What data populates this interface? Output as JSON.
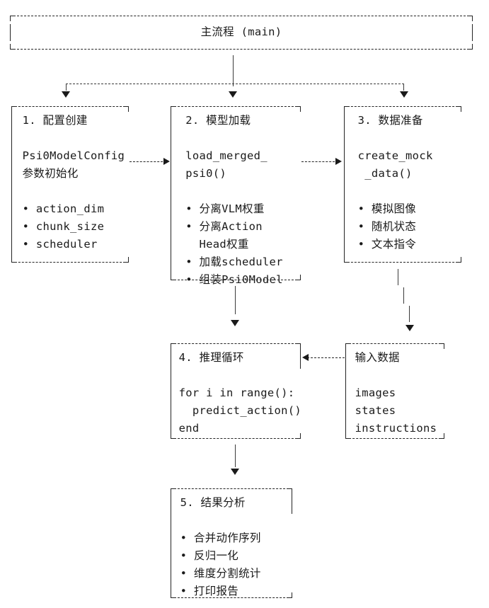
{
  "diagram": {
    "title": "主流程 (main)",
    "root": {
      "label": "主流程 (main)"
    },
    "nodes": [
      {
        "id": "config",
        "title": "1. 配置创建",
        "code": "Psi0ModelConfig\n参数初始化",
        "bullets": [
          "action_dim",
          "chunk_size",
          "scheduler"
        ],
        "text": " 1. 配置创建   \n              \n Psi0ModelConfig\n 参数初始化     \n              \n • action_dim  \n • chunk_size  \n • scheduler   "
      },
      {
        "id": "model",
        "title": "2. 模型加载",
        "code": "load_merged_\npsi0()",
        "bullets": [
          "分离VLM权重",
          "分离Action",
          "Head权重",
          "加载scheduler",
          "组装Psi0Model"
        ],
        "text": "  2. 模型加载      \n                 \n  load_merged_    \n  psi0()          \n                 \n  • 分离VLM权重    \n  • 分离Action     \n    Head权重       \n  • 加载scheduler  \n  • 组装Psi0Model  "
      },
      {
        "id": "data",
        "title": "3. 数据准备",
        "code": "create_mock\n_data()",
        "bullets": [
          "模拟图像",
          "随机状态",
          "文本指令"
        ],
        "text": " 3. 数据准备   \n              \n create_mock   \n  _data()     \n              \n • 模拟图像    \n • 随机状态    \n • 文本指令    "
      },
      {
        "id": "loop",
        "title": "4. 推理循环",
        "code": "for i in range():\n  predict_action()\nend",
        "bullets": [],
        "text": " 4. 推理循环      \n                 \n for i in range():\n   predict_action()\n end             "
      },
      {
        "id": "input",
        "title": "输入数据",
        "code": "",
        "bullets": [
          "images",
          "states",
          "instructions"
        ],
        "text": " 输入数据     \n             \n images       \n states       \n instructions"
      },
      {
        "id": "result",
        "title": "5. 结果分析",
        "code": "",
        "bullets": [
          "合并动作序列",
          "反归一化",
          "维度分割统计",
          "打印报告"
        ],
        "text": " 5. 结果分析     \n                \n • 合并动作序列   \n • 反归一化      \n • 维度分割统计   \n • 打印报告      "
      }
    ],
    "edges": [
      {
        "from": "main",
        "to": "config",
        "kind": "down-arrow"
      },
      {
        "from": "main",
        "to": "model",
        "kind": "down-arrow"
      },
      {
        "from": "main",
        "to": "data",
        "kind": "down-arrow"
      },
      {
        "from": "config",
        "to": "model",
        "kind": "right-arrow"
      },
      {
        "from": "model",
        "to": "data",
        "kind": "right-arrow"
      },
      {
        "from": "model",
        "to": "loop",
        "kind": "down-arrow"
      },
      {
        "from": "data",
        "to": "input",
        "kind": "down-arrow"
      },
      {
        "from": "input",
        "to": "loop",
        "kind": "left-arrow"
      },
      {
        "from": "loop",
        "to": "result",
        "kind": "down-arrow"
      }
    ],
    "colors": {
      "background": "#ffffff",
      "stroke": "#232323",
      "text": "#1a1a1a",
      "connector": "#3a3a3a"
    }
  }
}
